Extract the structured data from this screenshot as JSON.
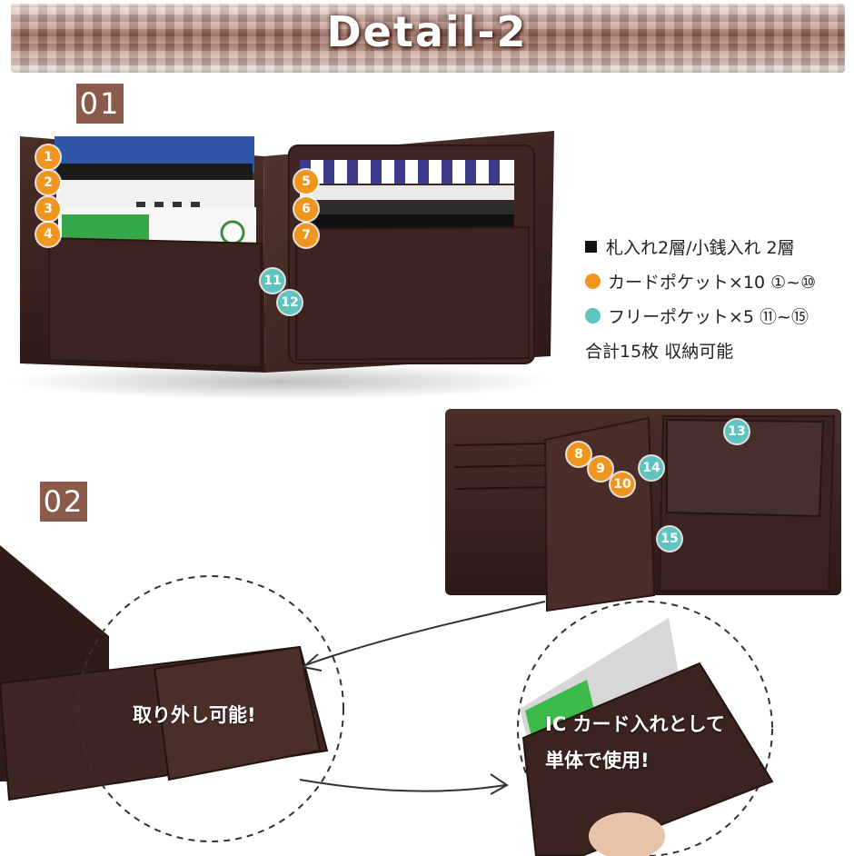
{
  "header": {
    "title": "Detail-2"
  },
  "sections": {
    "s1": "01",
    "s2": "02"
  },
  "markers": {
    "m1": "1",
    "m2": "2",
    "m3": "3",
    "m4": "4",
    "m5": "5",
    "m6": "6",
    "m7": "7",
    "m8": "8",
    "m9": "9",
    "m10": "10",
    "m11": "11",
    "m12": "12",
    "m13": "13",
    "m14": "14",
    "m15": "15"
  },
  "legend": {
    "line1": "札入れ2層/小銭入れ 2層",
    "line2": "カードポケット×10 ①~⑩",
    "line3": "フリーポケット×5 ⑪~⑮",
    "line4": "合計15枚 収納可能"
  },
  "callouts": {
    "removable": "取り外し可能!",
    "ic_line1": "IC カード入れとして",
    "ic_line2": "単体で使用!"
  },
  "colors": {
    "leather": "#3a2320",
    "orange_marker": "#f0961e",
    "teal_marker": "#5fc3c0",
    "badge": "#8a5a4a"
  }
}
